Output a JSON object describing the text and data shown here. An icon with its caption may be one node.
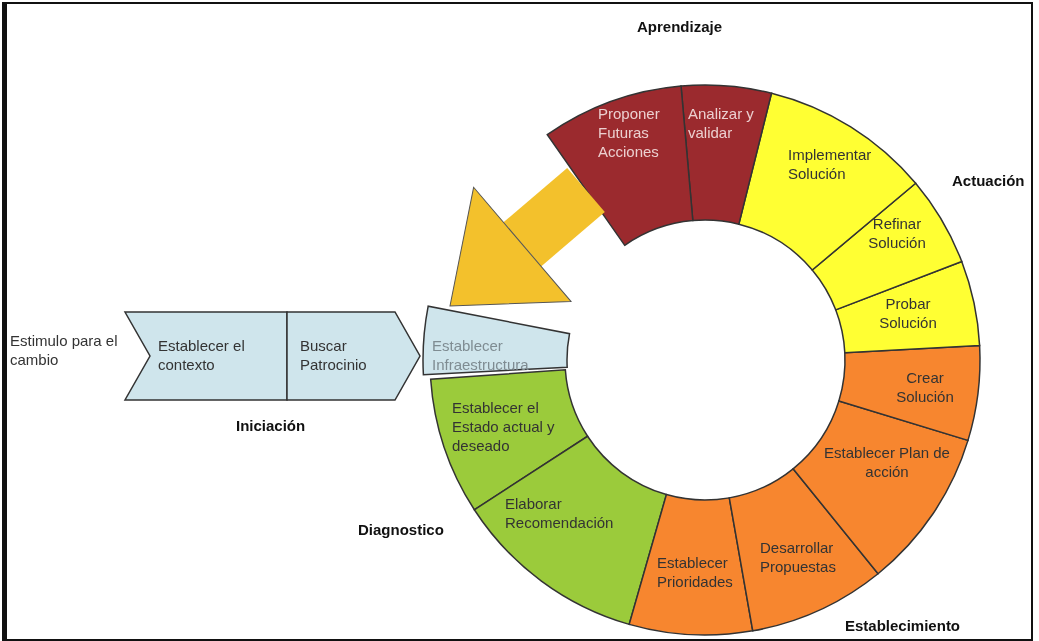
{
  "diagram": {
    "nodes": [
      {
        "text": [
          "Establecer el contexto"
        ],
        "beside": [
          "Estimulo para el cambio"
        ]
      },
      {
        "text": [
          "Buscar Patrocinio"
        ]
      },
      {
        "text": [
          "Establecer Infraestructura"
        ]
      },
      {
        "text": [
          "Establecer el Estado actual y deseado"
        ]
      },
      {
        "text": [
          "Elaborar Recomendación"
        ]
      },
      {
        "text": [
          "Establecer Prioridades"
        ]
      },
      {
        "text": [
          "Desarrollar Propuestas"
        ]
      },
      {
        "text": [
          "Establecer Plan de acción"
        ]
      },
      {
        "text": [
          "Crear Solución"
        ]
      },
      {
        "text": [
          "Probar Solución"
        ]
      },
      {
        "text": [
          "Refinar Solución"
        ]
      },
      {
        "text": [
          "Implementar Solución"
        ]
      },
      {
        "text": [
          "Analizar y validar"
        ]
      },
      {
        "text": [
          "Proponer Futuras Acciones"
        ]
      }
    ],
    "edges": [
      {
        "from": 13,
        "to": 2,
        "arrow": "to"
      }
    ],
    "labels": [
      "Aprendizaje",
      "Actuación",
      "Iniciación",
      "Diagnostico",
      "Establecimiento"
    ]
  }
}
